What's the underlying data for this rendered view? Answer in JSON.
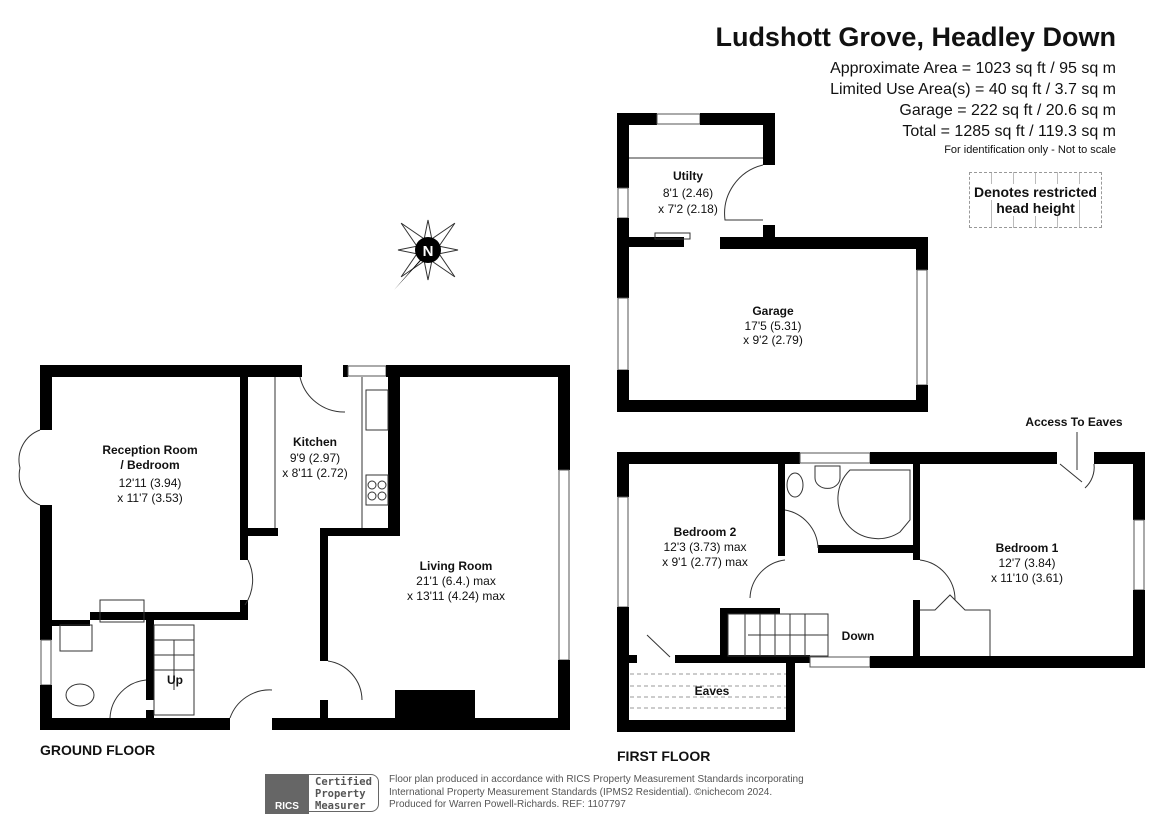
{
  "header": {
    "title": "Ludshott Grove, Headley Down",
    "areas": [
      "Approximate Area = 1023 sq ft / 95 sq m",
      "Limited Use Area(s) = 40 sq ft / 3.7 sq m",
      "Garage = 222 sq ft / 20.6 sq m",
      "Total = 1285 sq ft / 119.3 sq m"
    ],
    "disclaimer": "For identification only - Not to scale",
    "restricted_legend": [
      "Denotes restricted",
      "head height"
    ]
  },
  "compass": {
    "label": "N"
  },
  "ground_floor": {
    "label": "GROUND FLOOR",
    "rooms": {
      "reception": {
        "name1": "Reception Room",
        "name2": "/ Bedroom",
        "dim1": "12'11 (3.94)",
        "dim2": "x 11'7 (3.53)"
      },
      "kitchen": {
        "name": "Kitchen",
        "dim1": "9'9 (2.97)",
        "dim2": "x 8'11 (2.72)"
      },
      "living": {
        "name": "Living Room",
        "dim1": "21'1 (6.4.) max",
        "dim2": "x 13'11 (4.24) max"
      }
    },
    "stairs_label": "Up"
  },
  "outbuilding": {
    "utility": {
      "name": "Utilty",
      "dim1": "8'1 (2.46)",
      "dim2": "x 7'2 (2.18)"
    },
    "garage": {
      "name": "Garage",
      "dim1": "17'5 (5.31)",
      "dim2": "x 9'2 (2.79)"
    }
  },
  "first_floor": {
    "label": "FIRST FLOOR",
    "rooms": {
      "bedroom2": {
        "name": "Bedroom 2",
        "dim1": "12'3 (3.73) max",
        "dim2": "x 9'1 (2.77) max"
      },
      "bedroom1": {
        "name": "Bedroom 1",
        "dim1": "12'7 (3.84)",
        "dim2": "x 11'10 (3.61)"
      },
      "eaves": {
        "name": "Eaves"
      }
    },
    "stairs_label": "Down",
    "access_label": "Access To Eaves"
  },
  "footer": {
    "rics": "RICS",
    "certified": [
      "Certified",
      "Property",
      "Measurer"
    ],
    "lines": [
      "Floor plan produced in accordance with RICS Property Measurement Standards incorporating",
      "International Property Measurement Standards (IPMS2 Residential).   ©nichecom 2024.",
      "Produced for Warren Powell-Richards.   REF:  1107797"
    ]
  }
}
